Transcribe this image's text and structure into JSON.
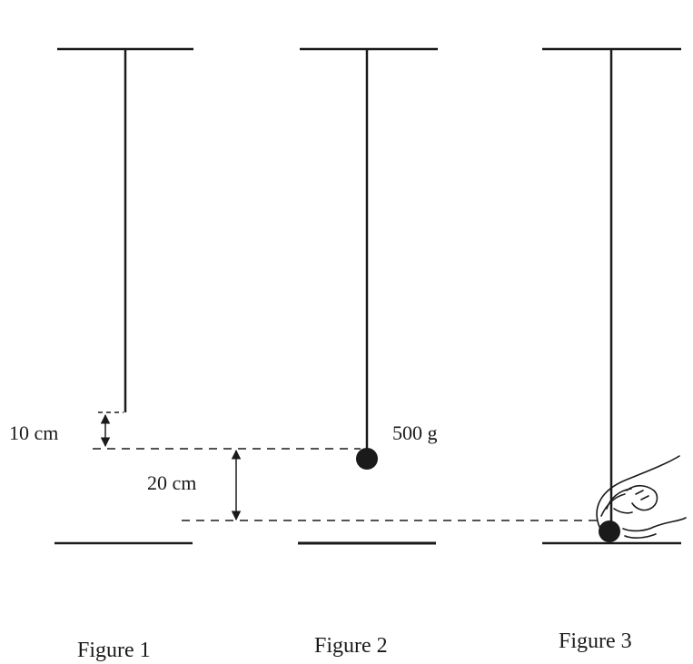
{
  "figures": [
    {
      "caption": "Figure 1"
    },
    {
      "caption": "Figure 2",
      "mass_label": "500 g"
    },
    {
      "caption": "Figure 3"
    }
  ],
  "measurements": {
    "stretch_label": "10 cm",
    "drop_label": "20 cm"
  },
  "colors": {
    "ink": "#1a1a1a"
  }
}
